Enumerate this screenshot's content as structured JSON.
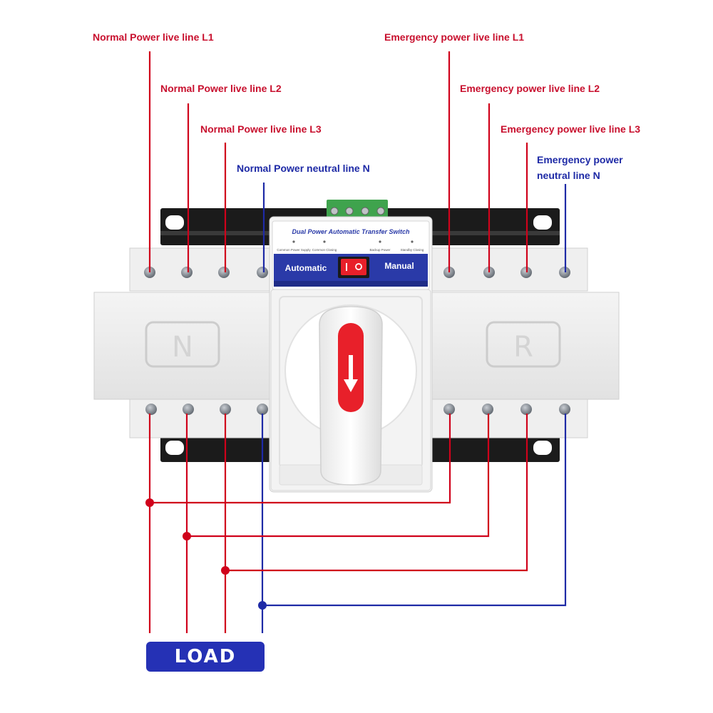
{
  "labels": {
    "normal_l1": "Normal Power live line L1",
    "normal_l2": "Normal Power live line L2",
    "normal_l3": "Normal Power live line L3",
    "normal_n": "Normal Power neutral line N",
    "emergency_l1": "Emergency power live line L1",
    "emergency_l2": "Emergency power live line L2",
    "emergency_l3": "Emergency power live line L3",
    "emergency_n_line1": "Emergency power",
    "emergency_n_line2": "neutral line N"
  },
  "device": {
    "panel_title": "Dual Power Automatic Transfer Switch",
    "indicator_labels": [
      "Common Power Supply",
      "Common Closing",
      "Backup Power",
      "Standby Closing"
    ],
    "mode_automatic": "Automatic",
    "mode_manual": "Manual",
    "left_letter": "N",
    "right_letter": "R"
  },
  "load_label": "LOAD",
  "colors": {
    "live": "#d0021b",
    "neutral": "#1e2aa6",
    "load_box": "#2531b5",
    "switch_red": "#e8202a"
  }
}
